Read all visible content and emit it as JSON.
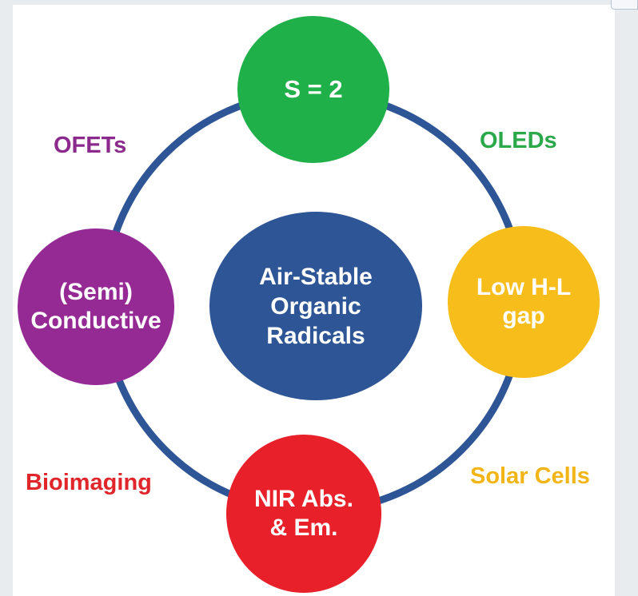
{
  "diagram": {
    "center": {
      "lines": [
        "Air-Stable",
        "Organic",
        "Radicals"
      ],
      "color": "#2e5596"
    },
    "nodes": {
      "top": {
        "text": "S = 2",
        "color": "#1fb04a"
      },
      "right": {
        "lines": [
          "Low H-L",
          "gap"
        ],
        "color": "#f7bd1b"
      },
      "bottom": {
        "lines": [
          "NIR Abs.",
          "& Em."
        ],
        "color": "#e8202a"
      },
      "left": {
        "lines": [
          "(Semi)",
          "Conductive"
        ],
        "color": "#952a95"
      }
    },
    "ring_color": "#2e5596",
    "labels": {
      "ofets": "OFETs",
      "oleds": "OLEDs",
      "bioimaging": "Bioimaging",
      "solar_cells": "Solar Cells"
    }
  }
}
